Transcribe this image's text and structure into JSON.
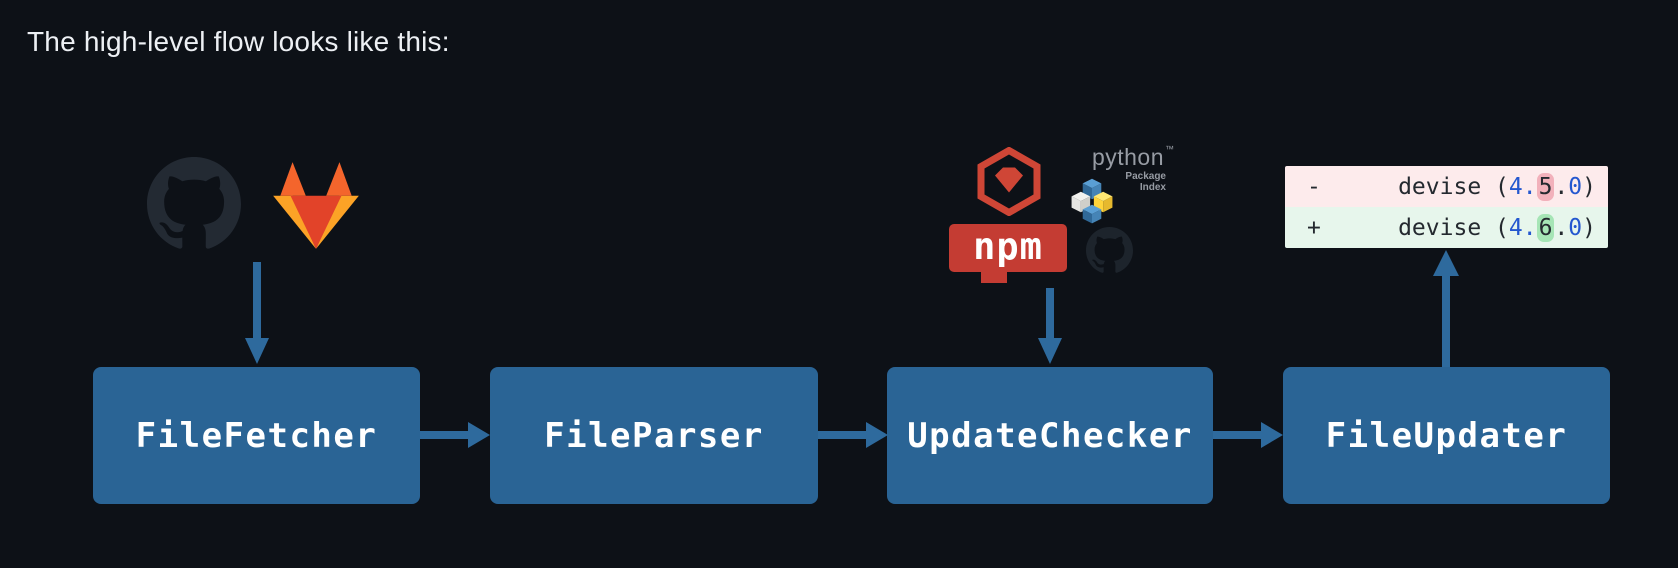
{
  "heading": "The high-level flow looks like this:",
  "flow": {
    "nodes": [
      {
        "label": "FileFetcher"
      },
      {
        "label": "FileParser"
      },
      {
        "label": "UpdateChecker"
      },
      {
        "label": "FileUpdater"
      }
    ]
  },
  "sources": {
    "left_icons": [
      "github",
      "gitlab"
    ],
    "middle_icons": [
      "rubygems",
      "pypi",
      "npm",
      "github"
    ],
    "pypi": {
      "title": "python",
      "tm": "™",
      "subtitle1": "Package",
      "subtitle2": "Index"
    },
    "npm_label": "npm"
  },
  "diff": {
    "rows": [
      {
        "sign": "-",
        "name": "devise (",
        "pre": "4.",
        "changed": "5",
        "mid": ".",
        "post": "0",
        "close": ")"
      },
      {
        "sign": "+",
        "name": "devise (",
        "pre": "4.",
        "changed": "6",
        "mid": ".",
        "post": "0",
        "close": ")"
      }
    ]
  },
  "colors": {
    "background": "#0d1117",
    "heading_text": "#edf0f4",
    "node_fill": "#2a6495",
    "arrow": "#2e6a9d",
    "diff_removed_bg": "#fdebec",
    "diff_added_bg": "#e7f6ec",
    "diff_removed_hl": "#f2b1bb",
    "diff_added_hl": "#a6e5b6",
    "diff_number": "#2457cf",
    "diff_text": "#24292f",
    "gitlab_orange": "#f4652c",
    "gitlab_red": "#e24329",
    "gitlab_yellow": "#fca326",
    "rubygems_red": "#cf4636",
    "npm_red": "#c43c33",
    "github_mark": "#232a33",
    "github_mark_faded": "#1d242c",
    "pypi_text": "#979ca4",
    "pypi_blue": "#306998",
    "pypi_blue_light": "#5a9fd4",
    "pypi_yellow": "#ffd43b",
    "pypi_white": "#e6e6e3"
  }
}
